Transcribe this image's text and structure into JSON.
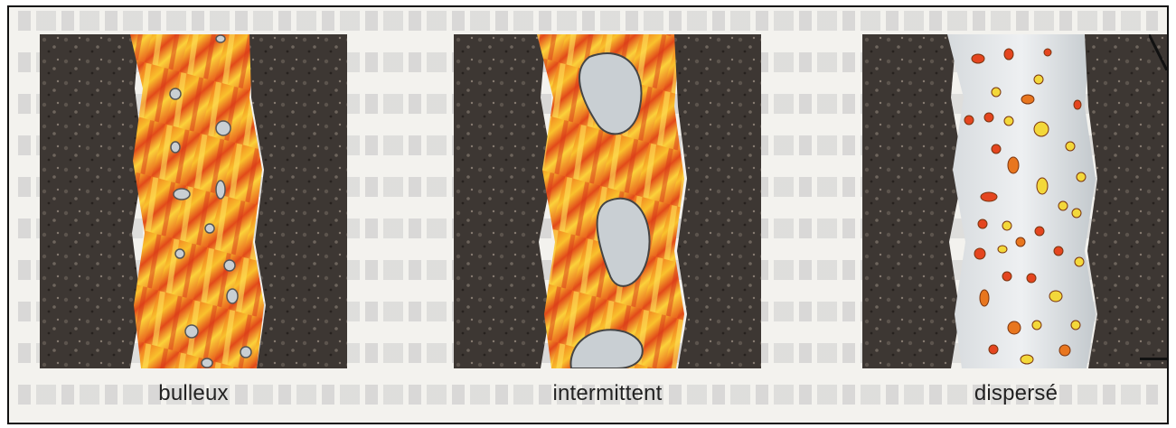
{
  "panels": [
    {
      "label": "bulleux",
      "core": "lava",
      "inclusions": "gas"
    },
    {
      "label": "intermittent",
      "core": "lava",
      "inclusions": "gas"
    },
    {
      "label": "dispersé",
      "core": "gas",
      "inclusions": "lava"
    }
  ],
  "colors": {
    "rock": "#3d3733",
    "lava_red": "#e2491a",
    "lava_yellow": "#f8c72a",
    "gas": "#c9cfd3",
    "drop_red": "#e4451f",
    "drop_yellow": "#f3d83a"
  }
}
